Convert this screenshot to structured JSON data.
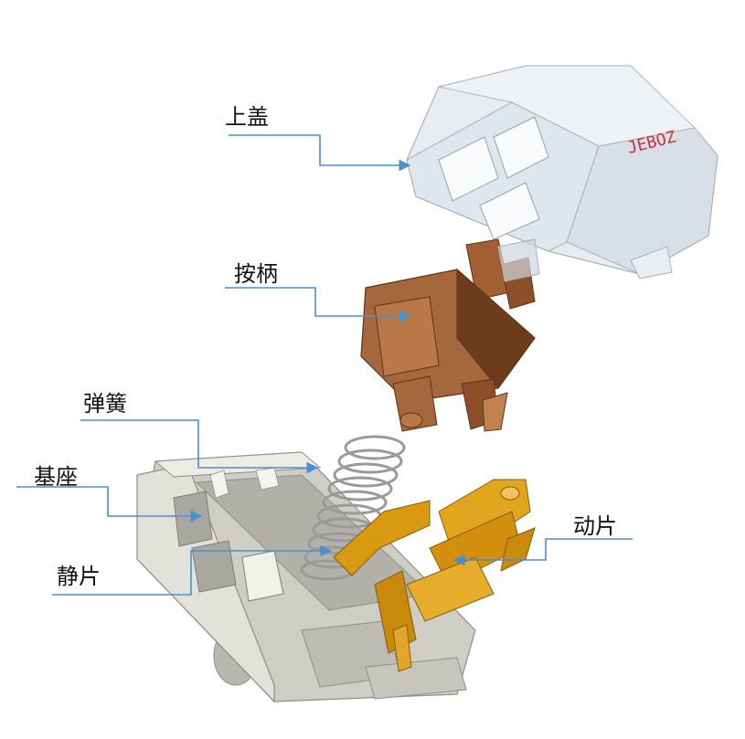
{
  "labels": {
    "upper_cover": "上盖",
    "handle": "按柄",
    "spring": "弹簧",
    "base": "基座",
    "static_piece": "静片",
    "moving_piece": "动片"
  },
  "cover_marking": "JEBOZ",
  "colors": {
    "leader_line": "#4a8fd0",
    "cover": "#dfe6ee",
    "handle": "#a0643a",
    "base": "#d9d8d0",
    "spring": "#a9a9a9",
    "contact": "#d7950f"
  }
}
